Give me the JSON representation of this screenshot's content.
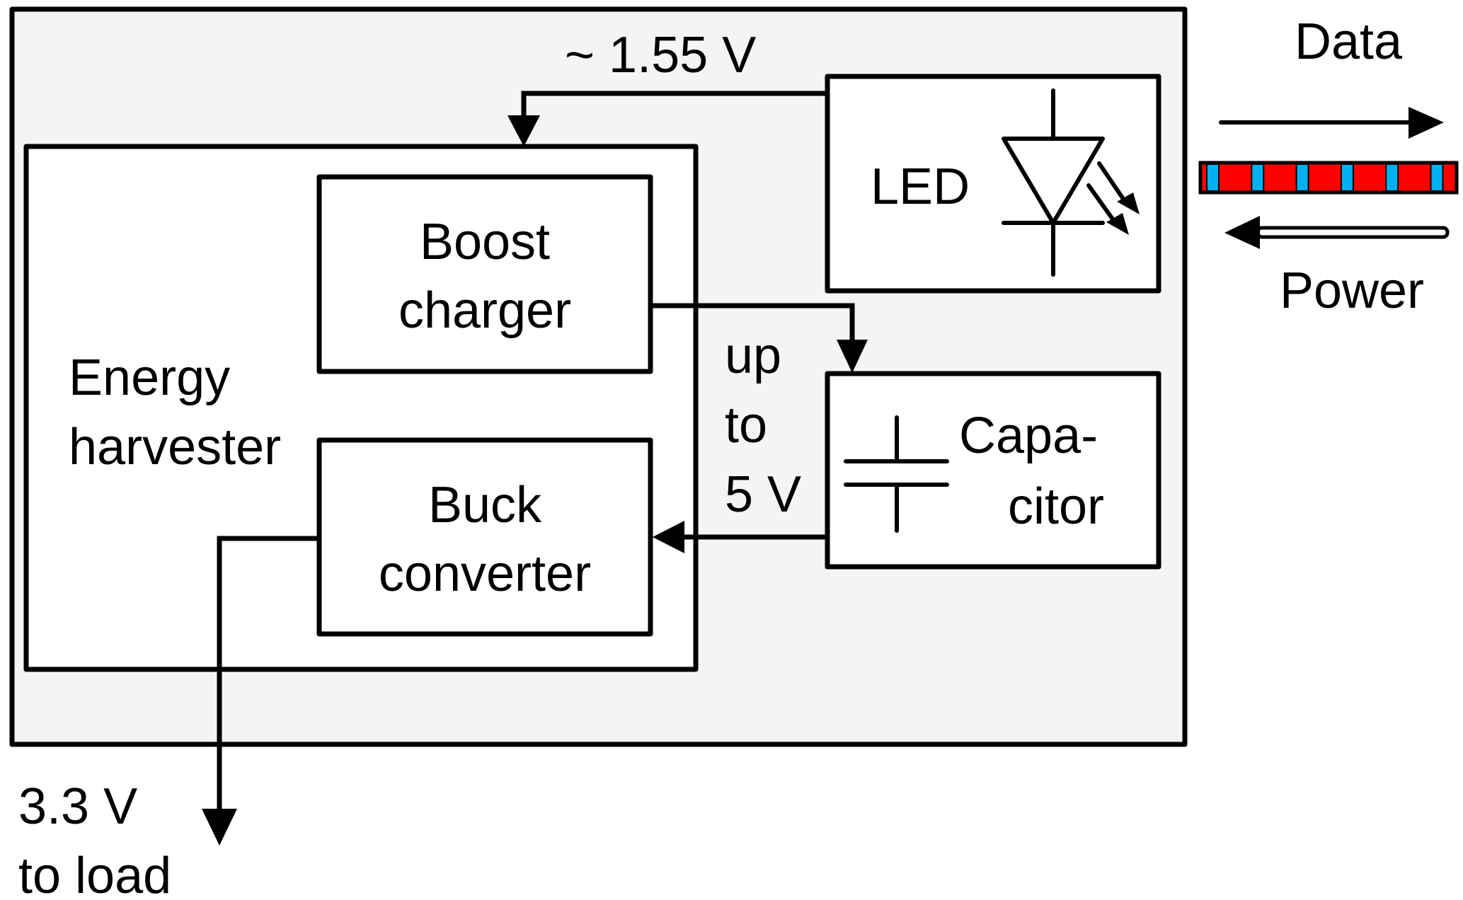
{
  "diagram": {
    "title": "LED-based energy harvesting node block diagram",
    "blocks": {
      "outer_node": {
        "label": ""
      },
      "energy_harvester": {
        "label_line1": "Energy",
        "label_line2": "harvester"
      },
      "boost_charger": {
        "label_line1": "Boost",
        "label_line2": "charger"
      },
      "buck_converter": {
        "label_line1": "Buck",
        "label_line2": "converter"
      },
      "led": {
        "label": "LED",
        "symbol": "light-emitting-diode-icon"
      },
      "capacitor": {
        "label_line1": "Capa-",
        "label_line2": "citor",
        "symbol": "capacitor-icon"
      }
    },
    "signals": {
      "led_to_boost": "~ 1.55 V",
      "boost_to_capacitor_line1": "up",
      "boost_to_capacitor_line2": "to",
      "boost_to_capacitor_line3": "5 V",
      "output_line1": "3.3 V",
      "output_line2": "to load"
    },
    "link": {
      "data_label": "Data",
      "power_label": "Power",
      "strip_colors": {
        "pulse": "#FF0000",
        "gap": "#00B0F0"
      }
    },
    "colors": {
      "outer_fill": "#F4F4F4",
      "block_fill": "#FFFFFF",
      "stroke": "#000000"
    }
  }
}
